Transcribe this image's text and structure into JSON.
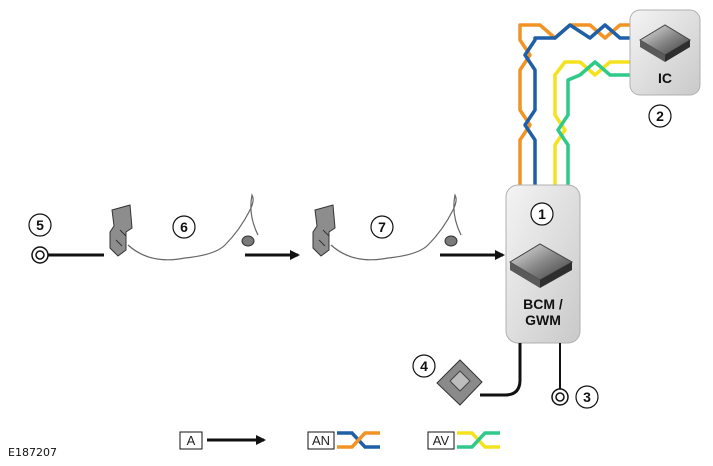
{
  "figure_ref": "E187207",
  "modules": {
    "bcm": {
      "label_line1": "BCM /",
      "label_line2": "GWM"
    },
    "ic": {
      "label": "IC"
    }
  },
  "callouts": [
    "1",
    "2",
    "3",
    "4",
    "5",
    "6",
    "7"
  ],
  "legend": [
    {
      "code": "A",
      "symbol": "arrow"
    },
    {
      "code": "AN",
      "symbol": "twisted-pair",
      "colors": [
        "#f29425",
        "#1f5fa8"
      ]
    },
    {
      "code": "AV",
      "symbol": "twisted-pair",
      "colors": [
        "#f5e21f",
        "#2fc98a"
      ]
    }
  ],
  "wire_colors": {
    "orange": "#f29425",
    "blue": "#1f5fa8",
    "yellow": "#f5e21f",
    "green": "#2fc98a",
    "black": "#111111"
  }
}
